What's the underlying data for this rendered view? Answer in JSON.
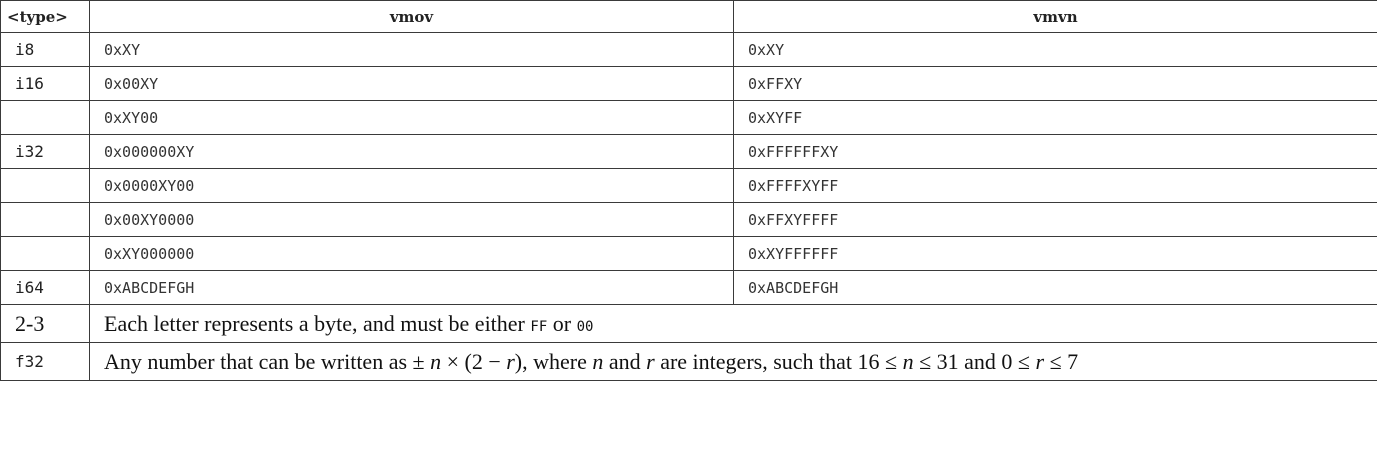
{
  "headers": [
    "<type>",
    "vmov",
    "vmvn"
  ],
  "rows": [
    {
      "type": "i8",
      "vmov": "0xXY",
      "vmvn": "0xXY"
    },
    {
      "type": "i16",
      "vmov": "0x00XY",
      "vmvn": "0xFFXY"
    },
    {
      "type": "",
      "vmov": "0xXY00",
      "vmvn": "0xXYFF"
    },
    {
      "type": "i32",
      "vmov": "0x000000XY",
      "vmvn": "0xFFFFFFXY"
    },
    {
      "type": "",
      "vmov": "0x0000XY00",
      "vmvn": "0xFFFFXYFF"
    },
    {
      "type": "",
      "vmov": "0x00XY0000",
      "vmvn": "0xFFXYFFFF"
    },
    {
      "type": "",
      "vmov": "0xXY000000",
      "vmvn": "0xXYFFFFFF"
    },
    {
      "type": "i64",
      "vmov": "0xABCDEFGH",
      "vmvn": "0xABCDEFGH"
    }
  ],
  "note_rows": {
    "r1_label": "2-3",
    "r1_text_a": "Each letter represents a byte, and must be either ",
    "r1_code_ff": "FF",
    "r1_text_or": " or ",
    "r1_code_00": "00",
    "r2_label": "f32",
    "r2_text_a": "Any number that can be written as ± ",
    "r2_n1": "n",
    "r2_text_b": " × (2 − ",
    "r2_r1": "r",
    "r2_text_c": "), where ",
    "r2_n2": "n",
    "r2_text_d": " and ",
    "r2_r2": "r",
    "r2_text_e": " are integers, such that 16 ≤ ",
    "r2_n3": "n",
    "r2_text_f": " ≤ 31 and 0 ≤ ",
    "r2_r3": "r",
    "r2_text_g": " ≤ 7"
  }
}
